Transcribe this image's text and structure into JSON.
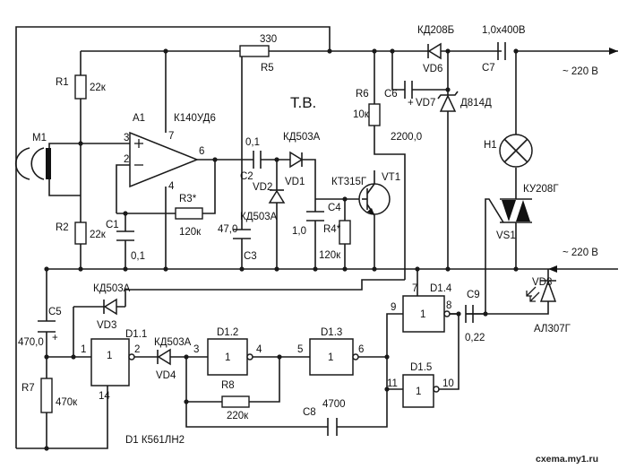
{
  "labels": {
    "r1": "R1",
    "r1_val": "22к",
    "r2": "R2",
    "r2_val": "22к",
    "r3": "R3*",
    "r3_val": "120к",
    "r4": "R4*",
    "r4_val": "120к",
    "r5_val": "330",
    "r5": "R5",
    "r6": "R6",
    "r6_val": "10к",
    "r7": "R7",
    "r7_val": "470к",
    "r8": "R8",
    "r8_val": "220к",
    "m1": "M1",
    "a1": "A1",
    "a1_type": "К140УД6",
    "pin_3": "3",
    "pin_2": "2",
    "pin_7": "7",
    "pin_6": "6",
    "pin_4": "4",
    "c1": "C1",
    "c1_val": "0,1",
    "c2_val": "0,1",
    "c2": "C2",
    "c3_val": "47,0",
    "c3": "C3",
    "c4": "C4",
    "c4_val": "1,0",
    "c5": "C5",
    "c5_val": "470,0",
    "c6": "C6",
    "c6_val": "2200,0",
    "c7_val": "1,0х400В",
    "c7": "C7",
    "c8": "C8",
    "c8_val": "4700",
    "c9": "C9",
    "c9_val": "0,22",
    "vd1_type": "КД503А",
    "vd1": "VD1",
    "vd2": "VD2",
    "vd2_type": "КД503А",
    "vd3_type": "КД503А",
    "vd3": "VD3",
    "vd4_type": "КД503А",
    "vd4": "VD4",
    "vd6_type": "КД208Б",
    "vd6": "VD6",
    "vd7": "VD7",
    "vd7_type": "Д814Д",
    "vd8": "VD8",
    "vd8_type": "АЛ307Г",
    "vt1_type": "КТ315Г",
    "vt1": "VT1",
    "tv": "Т.В.",
    "h1": "H1",
    "vs1_type": "КУ208Г",
    "vs1": "VS1",
    "ac_top": "~ 220 В",
    "ac_bottom": "~ 220 В",
    "d11": "D1.1",
    "d12": "D1.2",
    "d13": "D1.3",
    "d14": "D1.4",
    "d15": "D1.5",
    "gate_one": "1",
    "gp_1": "1",
    "gp_2": "2",
    "gp_3": "3",
    "gp_4": "4",
    "gp_5": "5",
    "gp_6": "6",
    "gp_7": "7",
    "gp_8": "8",
    "gp_9": "9",
    "gp_10": "10",
    "gp_11": "11",
    "gp_14": "14",
    "d1_type": "D1 К561ЛН2",
    "plus": "+",
    "watermark": "cxema.my1.ru"
  }
}
